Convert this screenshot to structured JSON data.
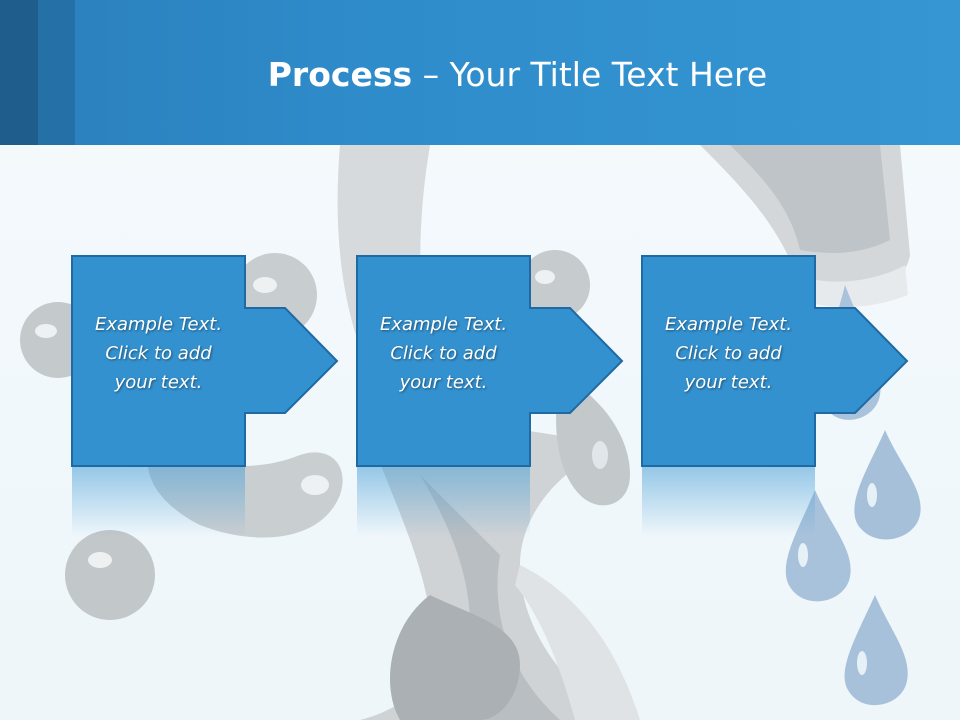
{
  "title": {
    "bold": "Process",
    "rest": " – Your Title Text Here"
  },
  "steps": [
    {
      "line1": "Example Text.",
      "line2": "Click  to add",
      "line3": "your text."
    },
    {
      "line1": "Example Text.",
      "line2": "Click  to add",
      "line3": "your text."
    },
    {
      "line1": "Example Text.",
      "line2": "Click  to add",
      "line3": "your text."
    }
  ],
  "colors": {
    "header": "#2f8ccb",
    "header_dark": "#1f5d8c",
    "box_fill": "#3391cf",
    "box_border": "#1f6aa3"
  }
}
